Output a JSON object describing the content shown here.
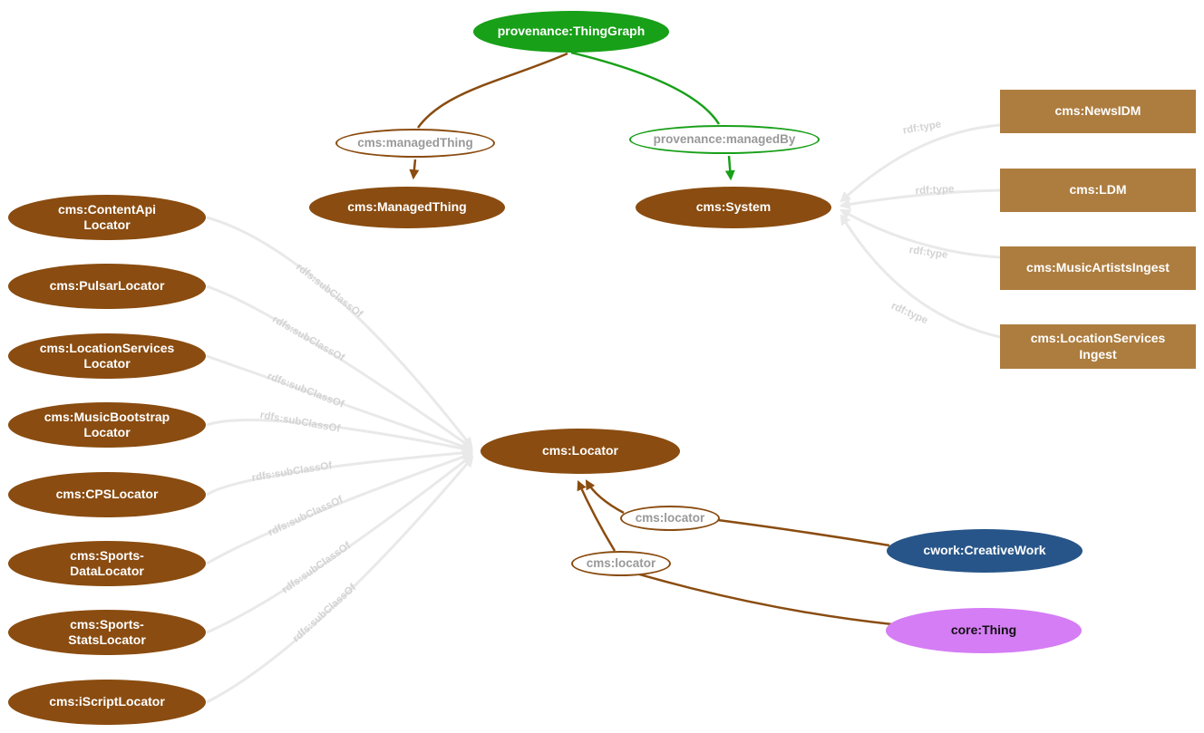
{
  "colors": {
    "class_fill_brown": "#8a4c10",
    "instance_fill_tan": "#ad7d3f",
    "graph_fill_green": "#18a018",
    "creative_work_fill_blue": "#275589",
    "core_thing_fill_violet": "#d57df5",
    "edge_gray": "#e9e9e9",
    "edge_label_gray": "#d3d3d3",
    "property_text_gray": "#999999"
  },
  "graph": {
    "thing_graph": "provenance:ThingGraph",
    "managed_thing_property": "cms:managedThing",
    "managed_by_property": "provenance:managedBy",
    "managed_thing_class": "cms:ManagedThing",
    "system_class": "cms:System",
    "system_instances": [
      "cms:NewsIDM",
      "cms:LDM",
      "cms:MusicArtistsIngest",
      "cms:LocationServices\nIngest"
    ],
    "locator_class": "cms:Locator",
    "locator_subclasses": [
      "cms:ContentApi\nLocator",
      "cms:PulsarLocator",
      "cms:LocationServices\nLocator",
      "cms:MusicBootstrap\nLocator",
      "cms:CPSLocator",
      "cms:Sports-\nDataLocator",
      "cms:Sports-\nStatsLocator",
      "cms:iScriptLocator"
    ],
    "locator_property": "cms:locator",
    "creative_work": "cwork:CreativeWork",
    "core_thing": "core:Thing",
    "edge_labels": {
      "rdf_type": "rdf:type",
      "subclass_of": "rdfs:subClassOf"
    }
  }
}
